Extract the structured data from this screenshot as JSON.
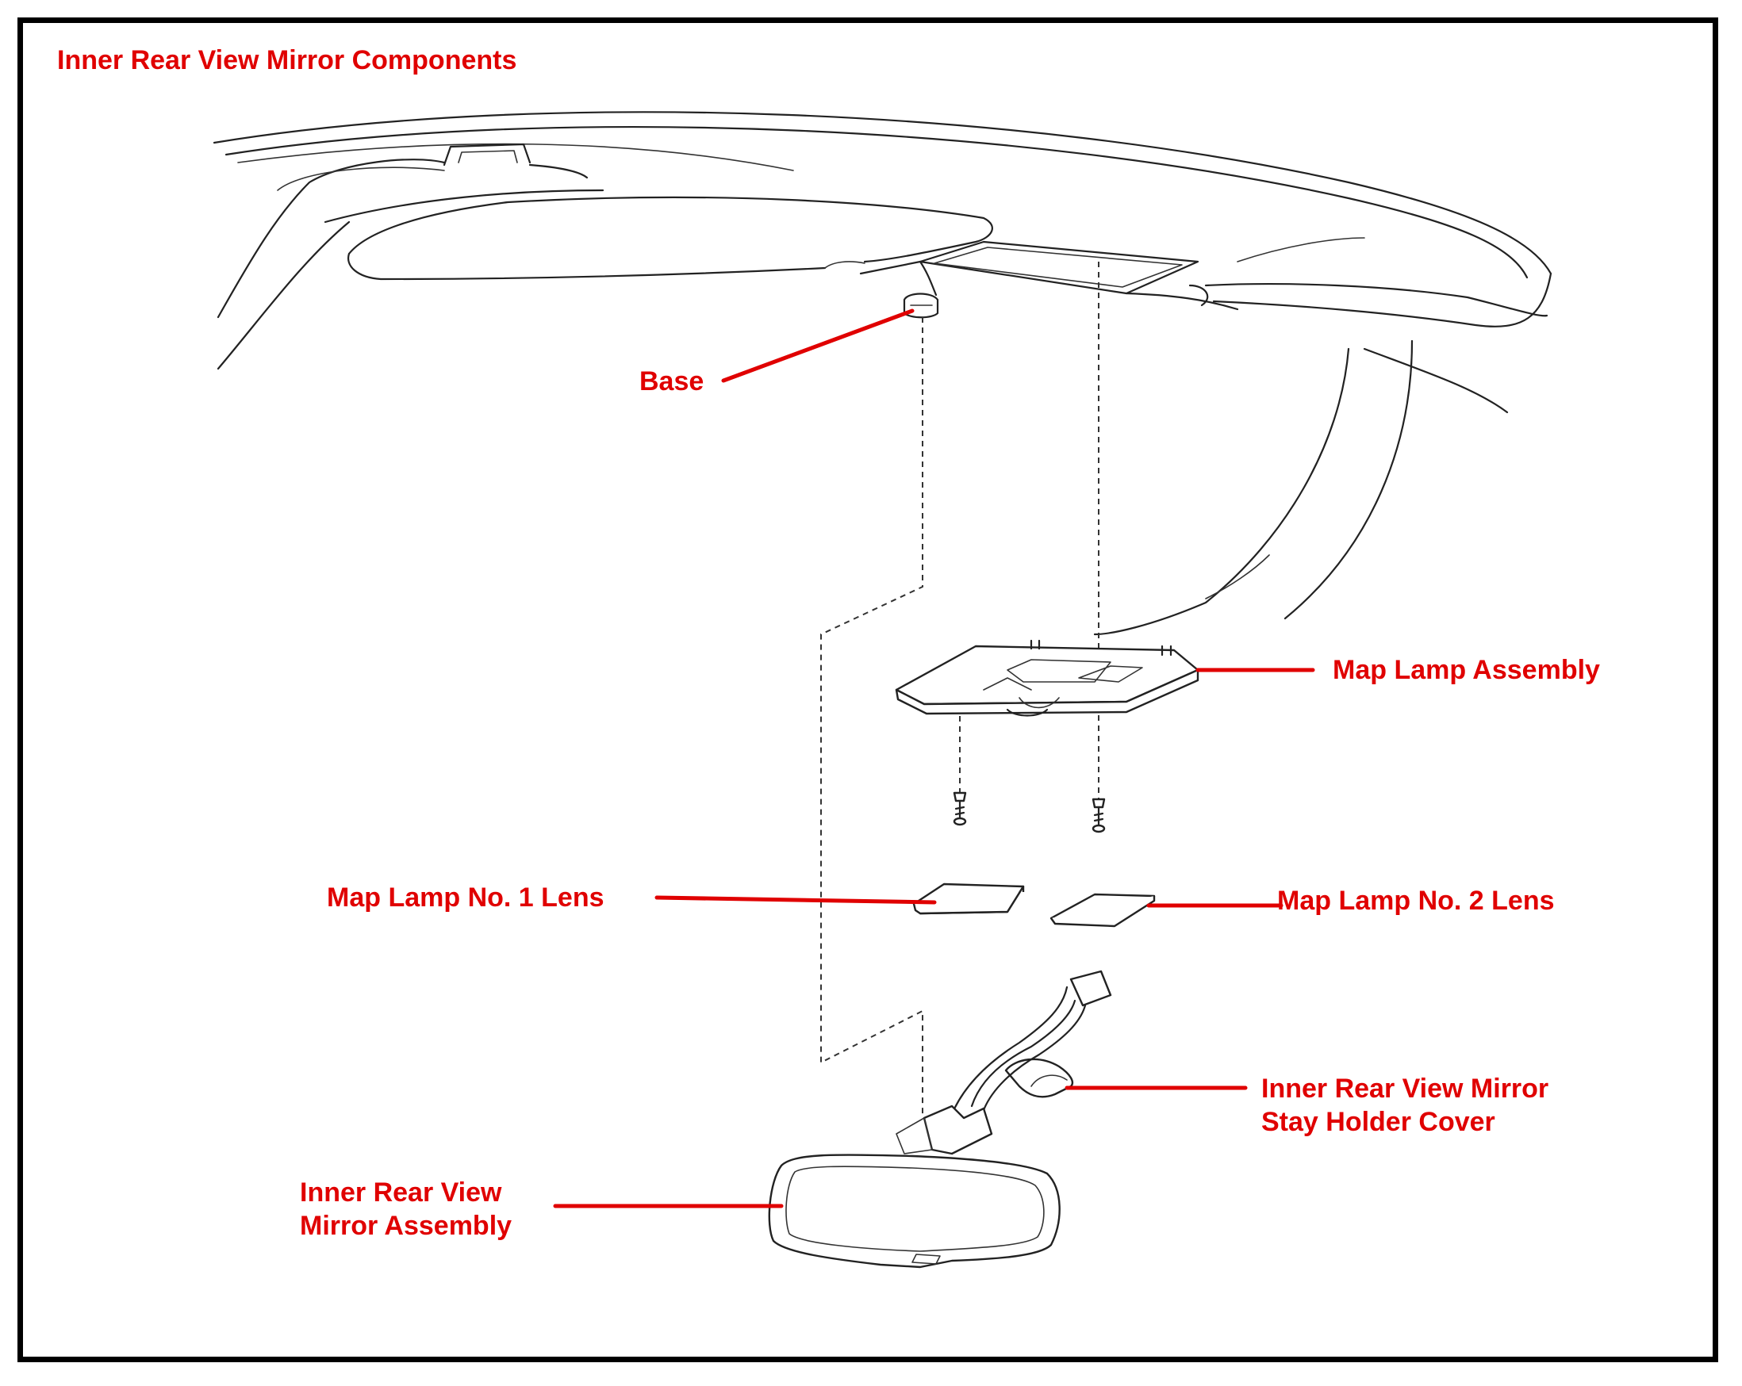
{
  "title": "Inner Rear View Mirror Components",
  "labels": {
    "base": "Base",
    "map_lamp_assembly": "Map Lamp Assembly",
    "map_lamp_no1_lens": "Map Lamp No. 1 Lens",
    "map_lamp_no2_lens": "Map Lamp No. 2 Lens",
    "stay_holder_cover_line1": "Inner Rear View Mirror",
    "stay_holder_cover_line2": "Stay Holder Cover",
    "mirror_assembly_line1": "Inner Rear View",
    "mirror_assembly_line2": "Mirror Assembly"
  },
  "colors": {
    "label": "#e00000",
    "leader": "#e00000",
    "frame": "#000000",
    "linework": "#222222"
  }
}
